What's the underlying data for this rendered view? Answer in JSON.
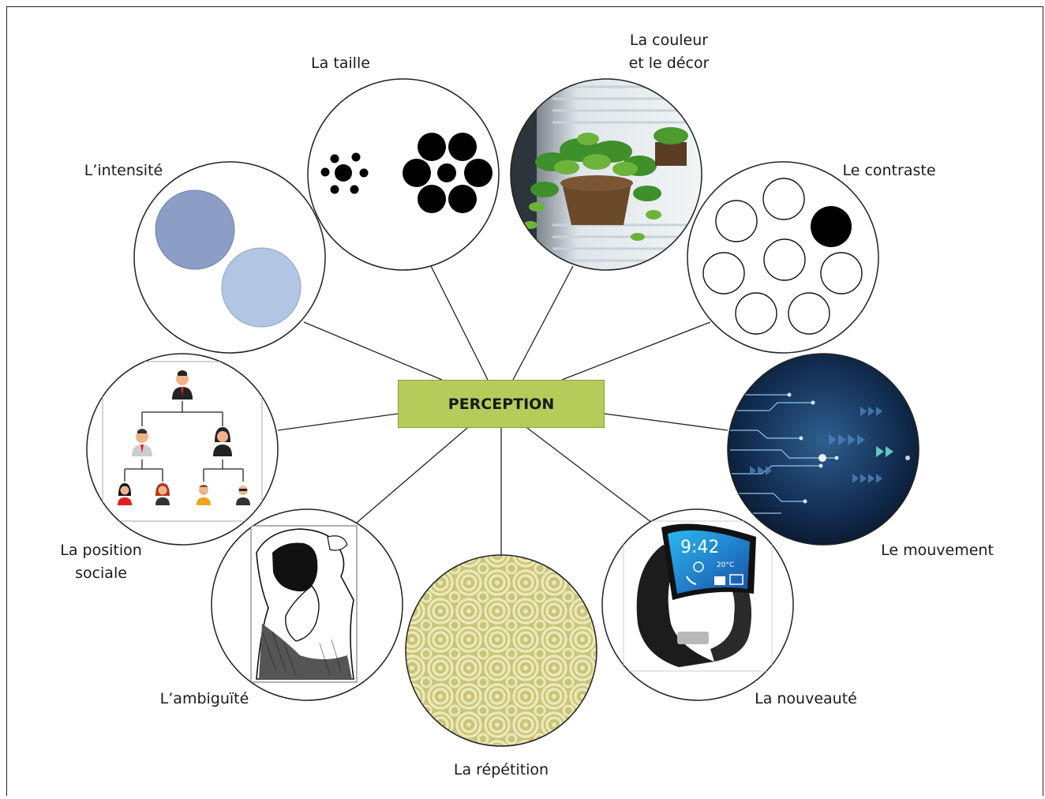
{
  "center": {
    "label": "PERCEPTION",
    "color": "#b5cc5a"
  },
  "labels": {
    "taille": "La taille",
    "couleur_line1": "La couleur",
    "couleur_line2": "et le décor",
    "intensite": "L’intensité",
    "contraste": "Le contraste",
    "position_line1": "La position",
    "position_line2": "sociale",
    "mouvement": "Le mouvement",
    "ambiguite": "L’ambiguïté",
    "nouveaute": "La nouveauté",
    "repetition": "La répétition"
  },
  "watch": {
    "time": "9:42",
    "temp": "20°C"
  },
  "colors": {
    "intensity_dark": "#8c9ec6",
    "intensity_light": "#b2c6e4",
    "repetition_bg": "#c9c47a",
    "repetition_swirl": "#e8e5b0",
    "movement_bg": "#0e1e3a"
  }
}
